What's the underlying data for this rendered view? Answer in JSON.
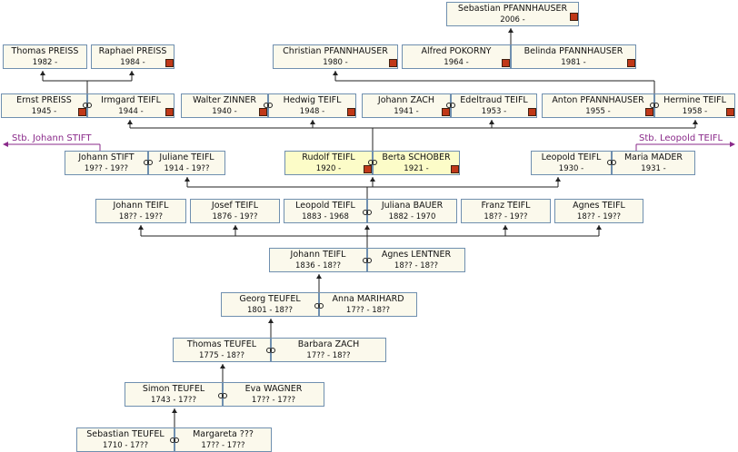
{
  "persons": {
    "sebastian_pf": {
      "name": "Sebastian PFANNHAUSER",
      "dates": "2006 -"
    },
    "thomas_preiss": {
      "name": "Thomas PREISS",
      "dates": "1982 -"
    },
    "raphael_preiss": {
      "name": "Raphael PREISS",
      "dates": "1984 -"
    },
    "christian_pf": {
      "name": "Christian PFANNHAUSER",
      "dates": "1980 -"
    },
    "alfred_pokorny": {
      "name": "Alfred POKORNY",
      "dates": "1964 -"
    },
    "belinda_pf": {
      "name": "Belinda PFANNHAUSER",
      "dates": "1981 -"
    },
    "ernst_preiss": {
      "name": "Ernst PREISS",
      "dates": "1945 -"
    },
    "irmgard_teifl": {
      "name": "Irmgard TEIFL",
      "dates": "1944 -"
    },
    "walter_zinner": {
      "name": "Walter ZINNER",
      "dates": "1940 -"
    },
    "hedwig_teifl": {
      "name": "Hedwig TEIFL",
      "dates": "1948 -"
    },
    "johann_zach": {
      "name": "Johann ZACH",
      "dates": "1941 -"
    },
    "edeltraud_teifl": {
      "name": "Edeltraud TEIFL",
      "dates": "1953 -"
    },
    "anton_pf": {
      "name": "Anton PFANNHAUSER",
      "dates": "1955 -"
    },
    "hermine_teifl": {
      "name": "Hermine TEIFL",
      "dates": "1958 -"
    },
    "johann_stift": {
      "name": "Johann STIFT",
      "dates": "19?? - 19??"
    },
    "juliane_teifl": {
      "name": "Juliane TEIFL",
      "dates": "1914 - 19??"
    },
    "rudolf_teifl": {
      "name": "Rudolf TEIFL",
      "dates": "1920 -"
    },
    "berta_schober": {
      "name": "Berta SCHOBER",
      "dates": "1921 -"
    },
    "leopold_teifl_1930": {
      "name": "Leopold TEIFL",
      "dates": "1930 -"
    },
    "maria_mader": {
      "name": "Maria MADER",
      "dates": "1931 -"
    },
    "johann_teifl_18": {
      "name": "Johann TEIFL",
      "dates": "18?? - 19??"
    },
    "josef_teifl": {
      "name": "Josef TEIFL",
      "dates": "1876 - 19??"
    },
    "leopold_teifl_1883": {
      "name": "Leopold TEIFL",
      "dates": "1883 - 1968"
    },
    "juliana_bauer": {
      "name": "Juliana BAUER",
      "dates": "1882 - 1970"
    },
    "franz_teifl": {
      "name": "Franz TEIFL",
      "dates": "18?? - 19??"
    },
    "agnes_teifl": {
      "name": "Agnes TEIFL",
      "dates": "18?? - 19??"
    },
    "johann_teifl_1836": {
      "name": "Johann TEIFL",
      "dates": "1836 - 18??"
    },
    "agnes_lentner": {
      "name": "Agnes LENTNER",
      "dates": "18?? - 18??"
    },
    "georg_teufel": {
      "name": "Georg TEUFEL",
      "dates": "1801 - 18??"
    },
    "anna_marihard": {
      "name": "Anna MARIHARD",
      "dates": "17?? - 18??"
    },
    "thomas_teufel": {
      "name": "Thomas TEUFEL",
      "dates": "1775 - 18??"
    },
    "barbara_zach": {
      "name": "Barbara ZACH",
      "dates": "17?? - 18??"
    },
    "simon_teufel": {
      "name": "Simon TEUFEL",
      "dates": "1743 - 17??"
    },
    "eva_wagner": {
      "name": "Eva WAGNER",
      "dates": "17?? - 17??"
    },
    "sebastian_teufel": {
      "name": "Sebastian TEUFEL",
      "dates": "1710 - 17??"
    },
    "margareta": {
      "name": "Margareta ???",
      "dates": "17?? - 17??"
    }
  },
  "stammbaum_links": {
    "left": "Stb. Johann STIFT",
    "right": "Stb. Leopold TEIFL"
  },
  "colors": {
    "box_border": "#6f8faf",
    "box_fill": "#fbf9ec",
    "highlight_fill": "#fcfcc8",
    "line": "#222222",
    "link_color": "#8a2a8a",
    "marker": "#c03818"
  }
}
